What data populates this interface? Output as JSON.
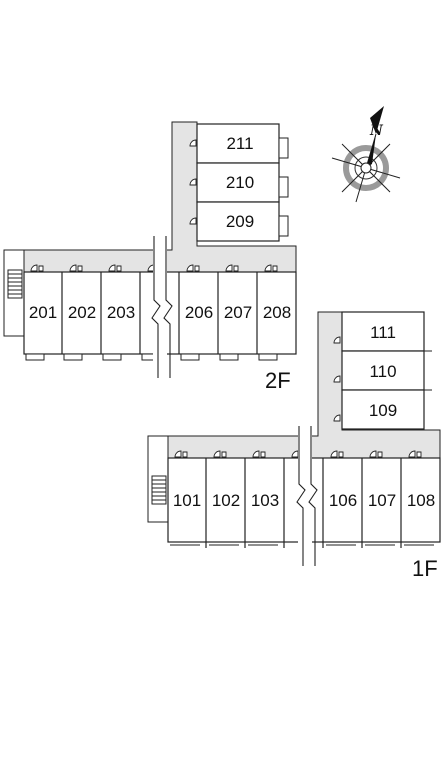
{
  "floors": [
    {
      "label": "2F",
      "north_wing_rooms": [
        "211",
        "210",
        "209"
      ],
      "main_wing_rooms": [
        "201",
        "202",
        "203",
        "206",
        "207",
        "208"
      ]
    },
    {
      "label": "1F",
      "north_wing_rooms": [
        "111",
        "110",
        "109"
      ],
      "main_wing_rooms": [
        "101",
        "102",
        "103",
        "106",
        "107",
        "108"
      ]
    }
  ],
  "compass": {
    "north_label": "N",
    "icon": "compass-rose-icon"
  },
  "colors": {
    "corridor": "#e4e4e4",
    "line": "#222222",
    "compass_ring": "#9a9a9a"
  }
}
